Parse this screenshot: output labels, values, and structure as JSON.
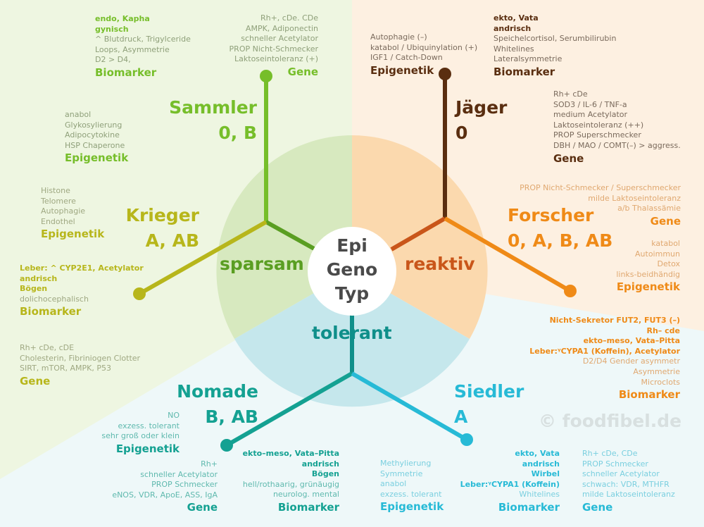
{
  "center": {
    "lines": [
      "Epi",
      "Geno",
      "Typ"
    ]
  },
  "groups": {
    "sparsam": "sparsam",
    "reaktiv": "reaktiv",
    "tolerant": "tolerant"
  },
  "types": {
    "sammler": {
      "name": "Sammler",
      "blood": "0, B",
      "biomarker": {
        "bold": [
          "endo, Kapha",
          "gynisch"
        ],
        "lines": [
          "^ Blutdruck, Trigylceride",
          "Loops, Asymmetrie",
          "D2 > D4,"
        ],
        "heading": "Biomarker"
      },
      "gene": {
        "lines": [
          "Rh+, cDe. CDe",
          "AMPK, Adiponectin",
          "schneller Acetylator",
          "PROP Nicht-Schmecker",
          "Laktoseintoleranz (+)"
        ],
        "heading": "Gene"
      },
      "epigenetik": {
        "lines": [
          "anabol",
          "Glykosylierung",
          "Adipocytokine",
          "HSP Chaperone"
        ],
        "heading": "Epigenetik"
      }
    },
    "jaeger": {
      "name": "Jäger",
      "blood": "0",
      "epigenetik": {
        "lines": [
          "Autophagie (–)",
          "katabol / Ubiquinylation (+)",
          "IGF1 / Catch-Down"
        ],
        "heading": "Epigenetik"
      },
      "biomarker": {
        "bold": [
          "ekto, Vata",
          "andrisch"
        ],
        "lines": [
          "Speichelcortisol, Serumbilirubin",
          "Whitelines",
          "Lateralsymmetrie"
        ],
        "heading": "Biomarker"
      },
      "gene": {
        "lines": [
          "Rh+ cDe",
          "SOD3 / IL-6 / TNF-a",
          "medium Acetylator",
          "Laktoseintoleranz (++)",
          "PROP Superschmecker",
          "DBH / MAO / COMT(–)  > aggress."
        ],
        "heading": "Gene"
      }
    },
    "krieger": {
      "name": "Krieger",
      "blood": "A, AB",
      "epigenetik": {
        "lines": [
          "Histone",
          "Telomere",
          "Autophagie",
          "Endothel"
        ],
        "heading": "Epigenetik"
      },
      "biomarker": {
        "bold": [
          "Leber: ^ CYP2E1, Acetylator",
          "andrisch",
          "Bögen"
        ],
        "lines": [
          "dolichocephalisch"
        ],
        "heading": "Biomarker"
      },
      "gene": {
        "lines": [
          "Rh+ cDe, cDE",
          "Cholesterin, Fibriniogen Clotter",
          "SIRT, mTOR, AMPK, P53"
        ],
        "heading": "Gene"
      }
    },
    "forscher": {
      "name": "Forscher",
      "blood": "0, A, B, AB",
      "gene": {
        "lines": [
          "PROP Nicht-Schmecker / Superschmecker",
          "milde Laktoseintoleranz",
          "a/b Thalassämie"
        ],
        "heading": "Gene"
      },
      "epigenetik": {
        "lines": [
          "katabol",
          "Autoimmun",
          "Detox",
          "links-beidhändig"
        ],
        "heading": "Epigenetik"
      },
      "biomarker": {
        "bold": [
          "Nicht-Sekretor FUT2, FUT3 (–)",
          "Rh– cde",
          "ekto–meso, Vata–Pitta",
          "Leber:ᵞCYPA1 (Koffein), Acetylator"
        ],
        "lines": [
          "D2/D4 Gender asymmetr",
          "Asymmetrie",
          "Microclots"
        ],
        "heading": "Biomarker"
      }
    },
    "nomade": {
      "name": "Nomade",
      "blood": "B, AB",
      "epigenetik": {
        "lines": [
          "NO",
          "exzess. tolerant",
          "sehr groß oder klein"
        ],
        "heading": "Epigenetik"
      },
      "gene": {
        "lines": [
          "Rh+",
          "schneller Acetylator",
          "PROP Schmecker",
          "eNOS, VDR, ApoE, ASS, IgA"
        ],
        "heading": "Gene"
      },
      "biomarker": {
        "bold": [
          "ekto–meso, Vata–Pitta",
          "andrisch",
          "Bögen"
        ],
        "lines": [
          "hell/rothaarig, grünäugig",
          "neurolog. mental"
        ],
        "heading": "Biomarker"
      }
    },
    "siedler": {
      "name": "Siedler",
      "blood": "A",
      "epigenetik": {
        "lines": [
          "Methylierung",
          "Symmetrie",
          "anabol",
          "exzess. tolerant"
        ],
        "heading": "Epigenetik"
      },
      "biomarker": {
        "bold": [
          "ekto, Vata",
          "andrisch",
          "Wirbel",
          "Leber:ᵞCYPA1 (Koffein)"
        ],
        "lines": [
          "Whitelines"
        ],
        "heading": "Biomarker"
      },
      "gene": {
        "lines": [
          "Rh+ cDe, CDe",
          "PROP  Schmecker",
          "schneller Acetylator",
          "schwach: VDR, MTHFR",
          "milde Laktoseintoleranz"
        ],
        "heading": "Gene"
      }
    }
  },
  "watermark": "© foodfibel.de",
  "colors": {
    "green": "#76be2a",
    "olive": "#b7b61b",
    "brown": "#5a2e10",
    "orange": "#ef8a17",
    "teal": "#14a192",
    "cyan": "#27bad6"
  }
}
